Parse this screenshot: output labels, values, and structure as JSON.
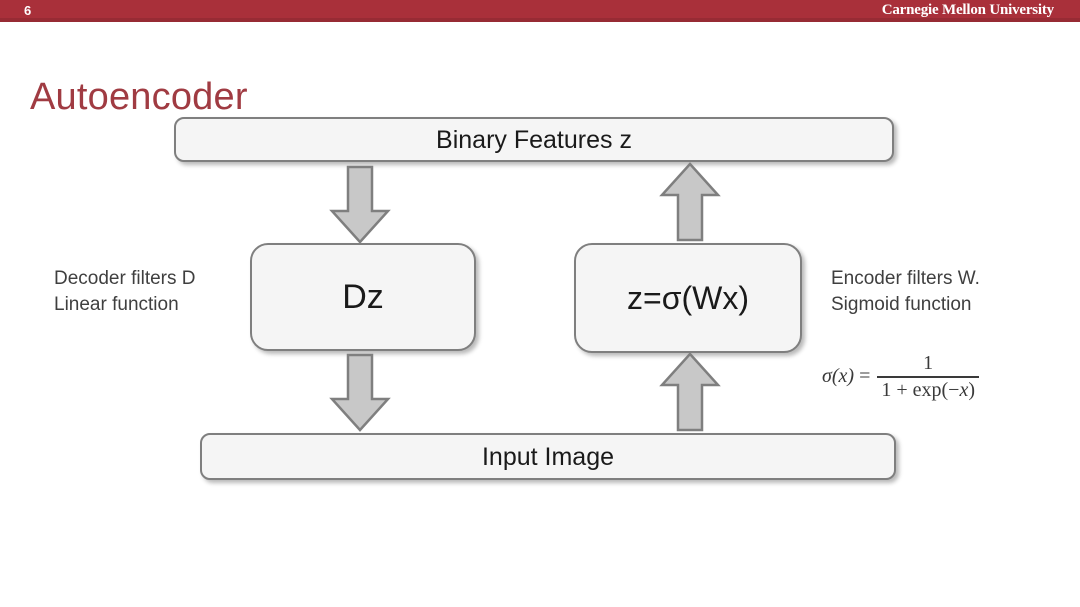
{
  "header": {
    "slide_number": "6",
    "institution": "Carnegie Mellon University",
    "bar_color": "#a9303a",
    "text_color": "#ffffff"
  },
  "slide": {
    "title": "Autoencoder",
    "title_color": "#a03b42",
    "background_color": "#ffffff"
  },
  "diagram": {
    "box_fill": "#f5f5f5",
    "box_border": "#7f7f7f",
    "arrow_fill": "#c8c8c8",
    "arrow_border": "#7f7f7f",
    "nodes": [
      {
        "id": "binary-features",
        "label": "Binary Features z"
      },
      {
        "id": "decoder",
        "label": "Dz"
      },
      {
        "id": "encoder",
        "label": "z=σ(Wx)"
      },
      {
        "id": "input-image",
        "label": "Input Image"
      }
    ],
    "arrows": [
      {
        "id": "z-to-dz",
        "direction": "down",
        "from": "binary-features",
        "to": "decoder"
      },
      {
        "id": "dz-to-input",
        "direction": "down",
        "from": "decoder",
        "to": "input-image"
      },
      {
        "id": "input-to-enc",
        "direction": "up",
        "from": "input-image",
        "to": "encoder"
      },
      {
        "id": "enc-to-z",
        "direction": "up",
        "from": "encoder",
        "to": "binary-features"
      }
    ]
  },
  "annotations": {
    "decoder": {
      "line1": "Decoder filters D",
      "line2": "Linear function"
    },
    "encoder": {
      "line1": "Encoder filters W.",
      "line2": "Sigmoid function"
    }
  },
  "formula": {
    "lhs": "σ(x)",
    "equals": "=",
    "numerator": "1",
    "denominator_prefix": "1 + exp(−",
    "denominator_var": "x",
    "denominator_suffix": ")"
  }
}
